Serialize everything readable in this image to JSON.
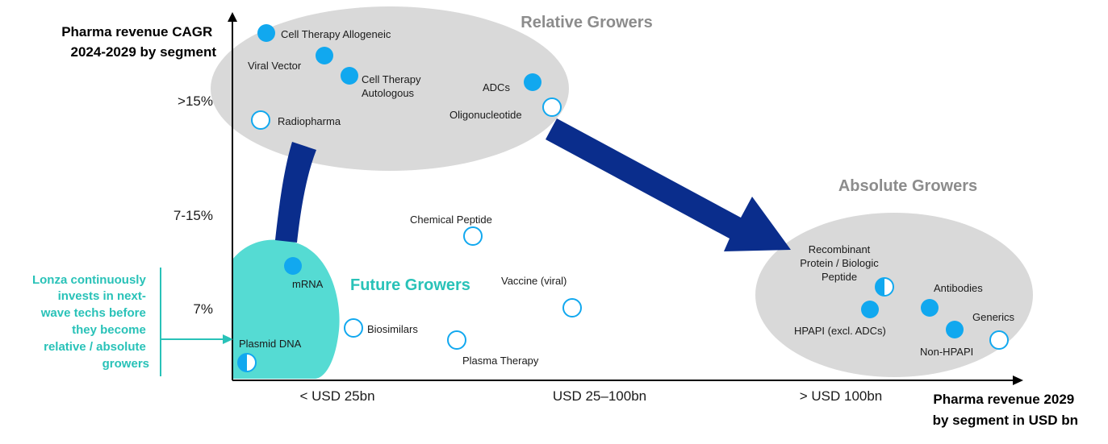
{
  "axes": {
    "y_title": [
      "Pharma revenue CAGR",
      "2024-2029 by segment"
    ],
    "x_title": [
      "Pharma revenue 2029",
      "by segment in USD bn"
    ],
    "y_ticks": [
      ">15%",
      "7-15%",
      "7%"
    ],
    "x_ticks": [
      "< USD 25bn",
      "USD 25–100bn",
      "> USD 100bn"
    ]
  },
  "groups": {
    "relative": "Relative Growers",
    "absolute": "Absolute Growers",
    "future": "Future Growers"
  },
  "note": [
    "Lonza continuously",
    "invests in next-",
    "wave techs before",
    "they become",
    "relative / absolute",
    "growers"
  ],
  "segments": [
    {
      "label": [
        "Cell Therapy Allogeneic"
      ],
      "marker": "full"
    },
    {
      "label": [
        "Viral Vector"
      ],
      "marker": "full"
    },
    {
      "label": [
        "Cell Therapy",
        "Autologous"
      ],
      "marker": "full"
    },
    {
      "label": [
        "ADCs"
      ],
      "marker": "full"
    },
    {
      "label": [
        "Oligonucleotide"
      ],
      "marker": "empty"
    },
    {
      "label": [
        "Radiopharma"
      ],
      "marker": "empty"
    },
    {
      "label": [
        "Chemical Peptide"
      ],
      "marker": "empty"
    },
    {
      "label": [
        "mRNA"
      ],
      "marker": "full"
    },
    {
      "label": [
        "Vaccine (viral)"
      ],
      "marker": "empty"
    },
    {
      "label": [
        "Biosimilars"
      ],
      "marker": "empty"
    },
    {
      "label": [
        "Plasma Therapy"
      ],
      "marker": "empty"
    },
    {
      "label": [
        "Plasmid DNA"
      ],
      "marker": "half"
    },
    {
      "label": [
        "Recombinant",
        "Protein / Biologic",
        "Peptide"
      ],
      "marker": "half"
    },
    {
      "label": [
        "Antibodies"
      ],
      "marker": "full"
    },
    {
      "label": [
        "HPAPI (excl. ADCs)"
      ],
      "marker": "full"
    },
    {
      "label": [
        "Generics"
      ],
      "marker": "empty"
    },
    {
      "label": [
        "Non-HPAPI"
      ],
      "marker": "full"
    }
  ],
  "colors": {
    "marker": "#11a8ef",
    "bubble_grey": "#d9d9d9",
    "bubble_teal": "#55dbd3",
    "accent_teal": "#29c2b8",
    "arrow": "#0a2d8c"
  }
}
